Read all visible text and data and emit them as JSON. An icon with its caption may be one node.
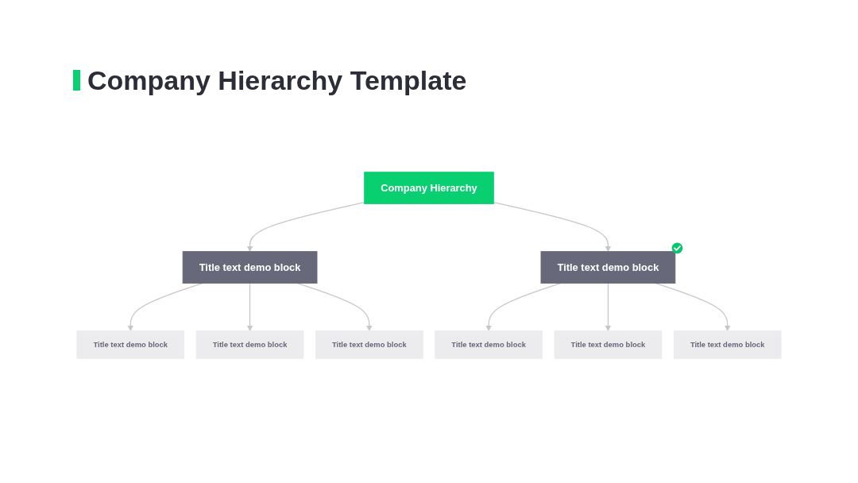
{
  "diagram": {
    "title": "Company Hierarchy Template",
    "nodes": [
      {
        "text": [
          "Company Hierarchy"
        ]
      },
      {
        "text": [
          "Title text demo block"
        ]
      },
      {
        "text": [
          "Title text demo block"
        ]
      },
      {
        "text": [
          "Title text demo block"
        ]
      },
      {
        "text": [
          "Title text demo block"
        ]
      },
      {
        "text": [
          "Title text demo block"
        ]
      },
      {
        "text": [
          "Title text demo block"
        ]
      },
      {
        "text": [
          "Title text demo block"
        ]
      },
      {
        "text": [
          "Title text demo block"
        ]
      }
    ],
    "edges": [
      {
        "from": 0,
        "to": 1,
        "arrow": "to"
      },
      {
        "from": 0,
        "to": 2,
        "arrow": "to"
      },
      {
        "from": 1,
        "to": 3,
        "arrow": "to"
      },
      {
        "from": 1,
        "to": 4,
        "arrow": "to"
      },
      {
        "from": 1,
        "to": 5,
        "arrow": "to"
      },
      {
        "from": 2,
        "to": 6,
        "arrow": "to"
      },
      {
        "from": 2,
        "to": 7,
        "arrow": "to"
      },
      {
        "from": 2,
        "to": 8,
        "arrow": "to"
      }
    ]
  }
}
